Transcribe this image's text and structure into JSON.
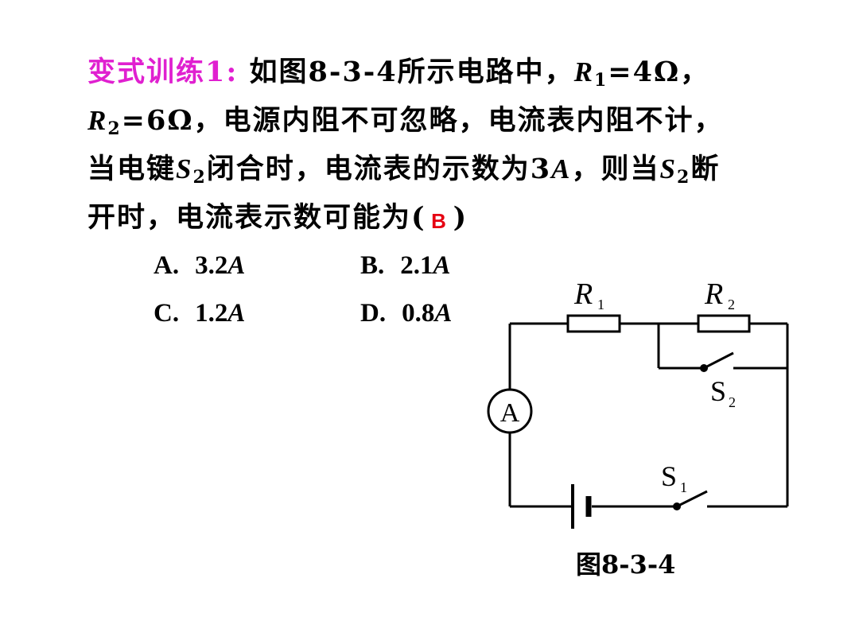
{
  "problem": {
    "label": "变式训练1:",
    "line1_text": "如图8-3-4所示电路中，",
    "line1_R1": "R",
    "line1_R1_sub": "1",
    "line1_R1_val": "=4Ω，",
    "line2_R2": "R",
    "line2_R2_sub": "2",
    "line2_text": "=6Ω，电源内阻不可忽略，电流表内阻不计，",
    "line3_a": "当电键",
    "line3_S": "S",
    "line3_S_sub": "2",
    "line3_b": "闭合时，电流表的示数为3",
    "line3_A": "A",
    "line3_c": "，则当",
    "line3_S2": "S",
    "line3_S2_sub": "2",
    "line3_d": "断",
    "line4_a": "开时，电流表示数可能为(",
    "answer": "B",
    "line4_b": ")"
  },
  "options": [
    {
      "letter": "A.",
      "value": "3.2",
      "unit": "A"
    },
    {
      "letter": "B.",
      "value": "2.1",
      "unit": "A"
    },
    {
      "letter": "C.",
      "value": "1.2",
      "unit": "A"
    },
    {
      "letter": "D.",
      "value": "0.8",
      "unit": "A"
    }
  ],
  "circuit": {
    "r1_label": "R",
    "r1_sub": "1",
    "r2_label": "R",
    "r2_sub": "2",
    "s2_label": "S",
    "s2_sub": "2",
    "s1_label": "S",
    "s1_sub": "1",
    "ammeter_label": "A"
  },
  "caption": "图8-3-4"
}
